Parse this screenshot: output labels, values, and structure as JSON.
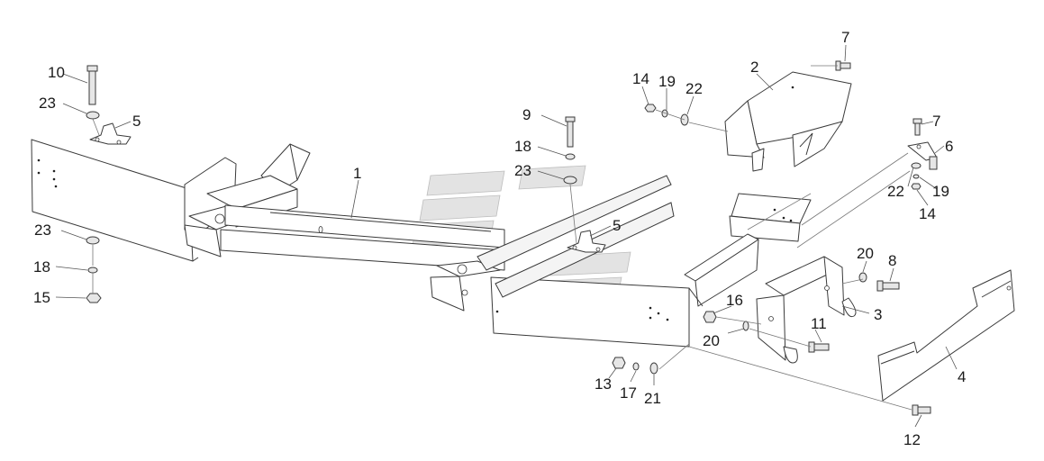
{
  "callouts": [
    {
      "id": "c1",
      "text": "1"
    },
    {
      "id": "c2",
      "text": "2"
    },
    {
      "id": "c3",
      "text": "3"
    },
    {
      "id": "c4",
      "text": "4"
    },
    {
      "id": "c5a",
      "text": "5"
    },
    {
      "id": "c5b",
      "text": "5"
    },
    {
      "id": "c6",
      "text": "6"
    },
    {
      "id": "c7a",
      "text": "7"
    },
    {
      "id": "c7b",
      "text": "7"
    },
    {
      "id": "c8",
      "text": "8"
    },
    {
      "id": "c9",
      "text": "9"
    },
    {
      "id": "c10",
      "text": "10"
    },
    {
      "id": "c11",
      "text": "11"
    },
    {
      "id": "c12",
      "text": "12"
    },
    {
      "id": "c13",
      "text": "13"
    },
    {
      "id": "c14a",
      "text": "14"
    },
    {
      "id": "c14b",
      "text": "14"
    },
    {
      "id": "c15",
      "text": "15"
    },
    {
      "id": "c16",
      "text": "16"
    },
    {
      "id": "c17",
      "text": "17"
    },
    {
      "id": "c18a",
      "text": "18"
    },
    {
      "id": "c18b",
      "text": "18"
    },
    {
      "id": "c19a",
      "text": "19"
    },
    {
      "id": "c19b",
      "text": "19"
    },
    {
      "id": "c20a",
      "text": "20"
    },
    {
      "id": "c20b",
      "text": "20"
    },
    {
      "id": "c21",
      "text": "21"
    },
    {
      "id": "c22a",
      "text": "22"
    },
    {
      "id": "c22b",
      "text": "22"
    },
    {
      "id": "c23a",
      "text": "23"
    },
    {
      "id": "c23b",
      "text": "23"
    },
    {
      "id": "c23c",
      "text": "23"
    }
  ]
}
